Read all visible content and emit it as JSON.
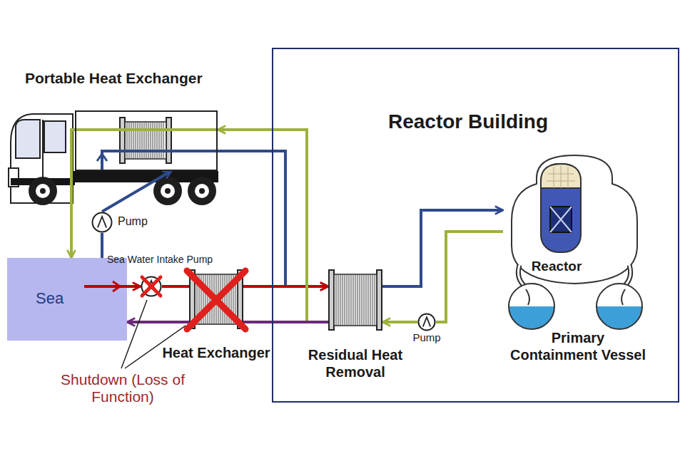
{
  "diagram": {
    "nodes": [
      {
        "text": [
          "Portable Heat Exchanger"
        ]
      },
      {
        "text": [
          "Pump"
        ]
      },
      {
        "text": [
          "Reactor Building"
        ]
      },
      {
        "text": [
          "Reactor",
          "Primary Containment Vessel"
        ],
        "in": 2
      },
      {
        "text": [
          "Residual Heat Removal"
        ],
        "in": 2
      },
      {
        "text": [
          "Pump"
        ],
        "in": 2
      },
      {
        "text": [
          "Sea"
        ]
      },
      {
        "text": [
          "Sea Water Intake Pump"
        ]
      },
      {
        "text": [
          "Heat Exchanger"
        ]
      }
    ],
    "edges": [
      {
        "from": 6,
        "to": 7,
        "arrow": "to"
      },
      {
        "from": 7,
        "to": 8,
        "arrow": "none"
      },
      {
        "from": 0,
        "to": 4,
        "arrow": "to"
      },
      {
        "from": 8,
        "to": 4,
        "arrow": "to"
      },
      {
        "from": 4,
        "to": 0,
        "arrow": "to"
      },
      {
        "from": 4,
        "to": 8,
        "arrow": "none"
      },
      {
        "from": 8,
        "to": 6,
        "arrow": "to"
      },
      {
        "from": 4,
        "to": 3,
        "arrow": "to"
      },
      {
        "from": 3,
        "to": 5,
        "arrow": "none"
      },
      {
        "from": 5,
        "to": 4,
        "arrow": "to"
      },
      {
        "from": 6,
        "to": 1,
        "arrow": "none"
      },
      {
        "from": 1,
        "to": 0,
        "arrow": "to"
      },
      {
        "from": 0,
        "to": 6,
        "arrow": "to"
      }
    ],
    "labels": [
      "Shutdown (Loss of Function)"
    ]
  }
}
